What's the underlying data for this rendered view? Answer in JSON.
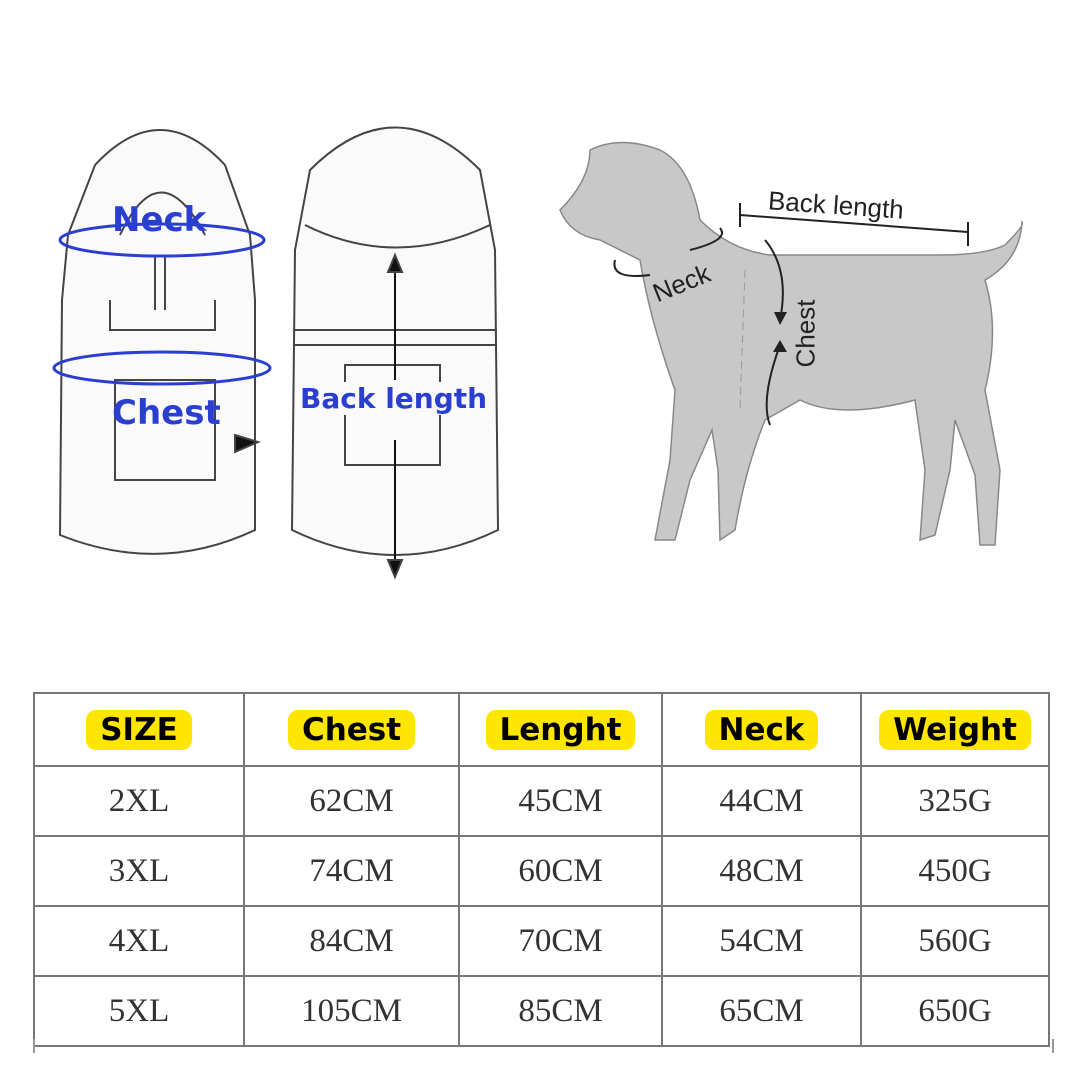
{
  "diagram": {
    "front_labels": {
      "neck": "Neck",
      "chest": "Chest"
    },
    "back_label": "Back length",
    "dog_labels": {
      "back_length": "Back length",
      "neck": "Neck",
      "chest": "Chest"
    }
  },
  "table": {
    "headers": [
      "SIZE",
      "Chest",
      "Lenght",
      "Neck",
      "Weight"
    ],
    "rows": [
      [
        "2XL",
        "62CM",
        "45CM",
        "44CM",
        "325G"
      ],
      [
        "3XL",
        "74CM",
        "60CM",
        "48CM",
        "450G"
      ],
      [
        "4XL",
        "84CM",
        "70CM",
        "54CM",
        "560G"
      ],
      [
        "5XL",
        "105CM",
        "85CM",
        "65CM",
        "650G"
      ]
    ]
  },
  "colors": {
    "highlight": "#ffe600",
    "size_text": "#b020d8",
    "label_blue": "#2a3fd0"
  }
}
